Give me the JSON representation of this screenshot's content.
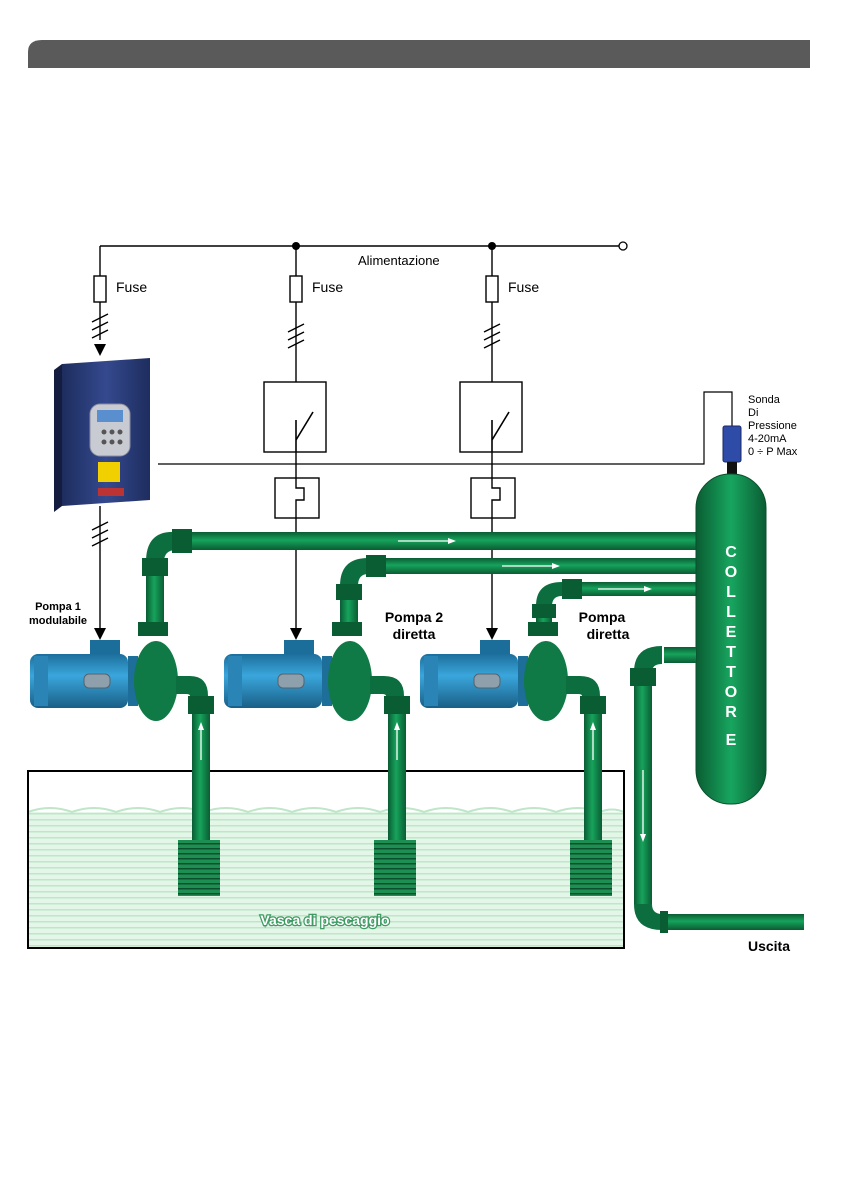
{
  "header": {
    "bar_color": "#5a5a5a",
    "text": ""
  },
  "power": {
    "label": "Alimentazione"
  },
  "fuses": {
    "labels": [
      "Fuse",
      "Fuse",
      "Fuse"
    ]
  },
  "sensor": {
    "lines": [
      "Sonda",
      "Di",
      "Pressione",
      "4-20mA",
      "0 ÷ P Max"
    ]
  },
  "pumps": [
    {
      "lines": [
        "Pompa 1",
        "modulabile"
      ]
    },
    {
      "lines": [
        "Pompa 2",
        "diretta"
      ]
    },
    {
      "lines": [
        "Pompa",
        "diretta"
      ]
    }
  ],
  "collector": {
    "letters": [
      "C",
      "O",
      "L",
      "L",
      "E",
      "T",
      "T",
      "O",
      "R",
      "E"
    ]
  },
  "tank": {
    "label": "Vasca di pescaggio"
  },
  "outlet": {
    "label": "Uscita"
  },
  "colors": {
    "pipe": "#0f8a4e",
    "pipe_dark": "#0a5c33",
    "motor": "#2a93c8",
    "drive": "#2c3d7a",
    "water": "#c9ecd3"
  }
}
